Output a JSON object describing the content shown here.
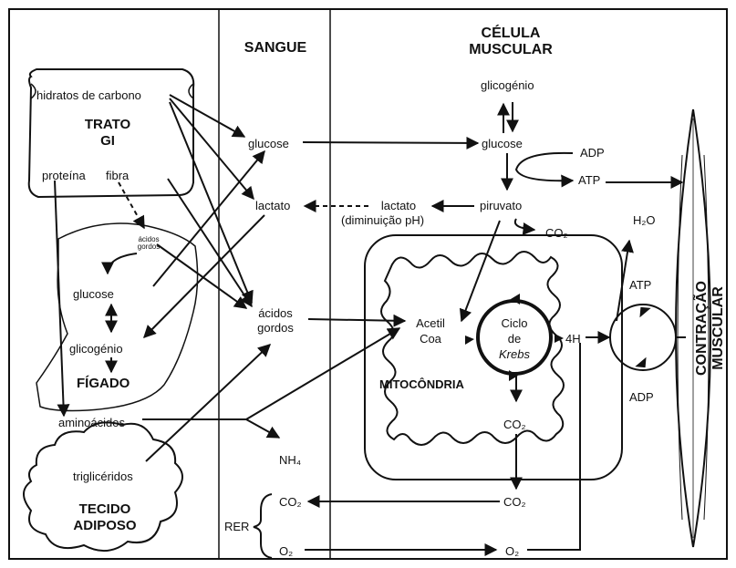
{
  "headers": {
    "blood": "SANGUE",
    "muscle_line1": "CÉLULA",
    "muscle_line2": "MUSCULAR"
  },
  "gi": {
    "carbs": "hidratos de carbono",
    "title1": "TRATO",
    "title2": "GI",
    "protein": "proteína",
    "fiber": "fibra"
  },
  "liver": {
    "fatty1": "ácidos",
    "fatty2": "gordos",
    "glucose": "glucose",
    "glycogen": "glicogénio",
    "title": "FÍGADO",
    "amino": "aminoácidos"
  },
  "adipose": {
    "trig": "triglicéridos",
    "title1": "TECIDO",
    "title2": "ADIPOSO"
  },
  "blood": {
    "glucose": "glucose",
    "lactate": "lactato",
    "fatty1": "ácidos",
    "fatty2": "gordos",
    "nh4": "NH₄",
    "rer": "RER",
    "co2": "CO₂",
    "o2": "O₂"
  },
  "muscle": {
    "glycogen": "glicogénio",
    "glucose": "glucose",
    "adp": "ADP",
    "atp": "ATP",
    "pyruvate": "piruvato",
    "lactate": "lactato",
    "ph": "(diminuição pH)",
    "co2": "CO₂",
    "h2o": "H₂O",
    "acetyl1": "Acetil",
    "acetyl2": "Coa",
    "krebs1": "Ciclo",
    "krebs2": "de",
    "krebs3": "Krebs",
    "h4": "4H",
    "mito": "MITOCÔNDRIA",
    "co2_mito": "CO₂",
    "atp2": "ATP",
    "adp2": "ADP",
    "co2_out": "CO₂",
    "o2_out": "O₂",
    "contraction1": "CONTRAÇÃO",
    "contraction2": "MUSCULAR"
  }
}
